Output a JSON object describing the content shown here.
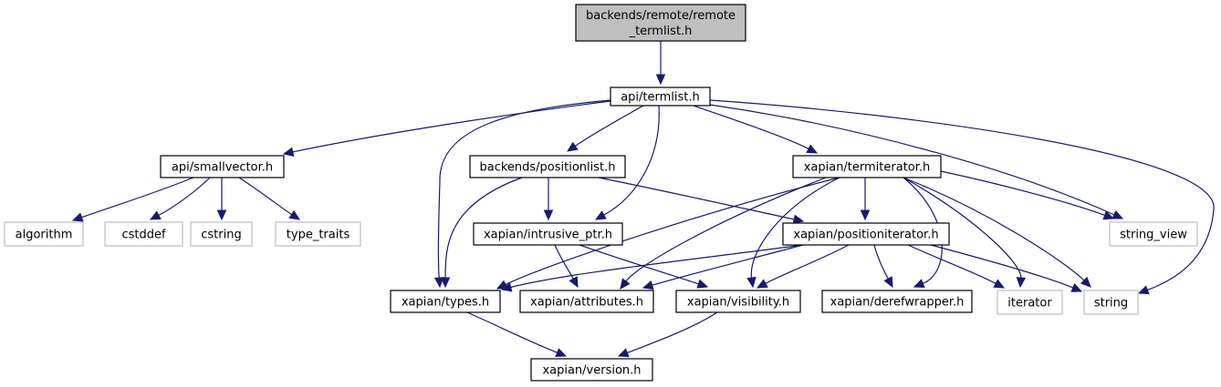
{
  "diagram": {
    "type": "include-dependency-graph",
    "colors": {
      "edge": "#191970",
      "root_fill": "#bfbfbf",
      "root_border": "#000000",
      "internal_fill": "#ffffff",
      "internal_border": "#000000",
      "external_fill": "#ffffff",
      "external_border": "#bfbfbf"
    },
    "nodes": [
      {
        "id": "root",
        "lines": [
          "backends/remote/remote",
          "_termlist.h"
        ],
        "kind": "root"
      },
      {
        "id": "termlist",
        "lines": [
          "api/termlist.h"
        ],
        "kind": "internal"
      },
      {
        "id": "smallvector",
        "lines": [
          "api/smallvector.h"
        ],
        "kind": "internal"
      },
      {
        "id": "positionlist",
        "lines": [
          "backends/positionlist.h"
        ],
        "kind": "internal"
      },
      {
        "id": "termiterator",
        "lines": [
          "xapian/termiterator.h"
        ],
        "kind": "internal"
      },
      {
        "id": "algorithm",
        "lines": [
          "algorithm"
        ],
        "kind": "external"
      },
      {
        "id": "cstddef",
        "lines": [
          "cstddef"
        ],
        "kind": "external"
      },
      {
        "id": "cstring",
        "lines": [
          "cstring"
        ],
        "kind": "external"
      },
      {
        "id": "type_traits",
        "lines": [
          "type_traits"
        ],
        "kind": "external"
      },
      {
        "id": "intrusive_ptr",
        "lines": [
          "xapian/intrusive_ptr.h"
        ],
        "kind": "internal"
      },
      {
        "id": "positioniterator",
        "lines": [
          "xapian/positioniterator.h"
        ],
        "kind": "internal"
      },
      {
        "id": "string_view",
        "lines": [
          "string_view"
        ],
        "kind": "external"
      },
      {
        "id": "types",
        "lines": [
          "xapian/types.h"
        ],
        "kind": "internal"
      },
      {
        "id": "attributes",
        "lines": [
          "xapian/attributes.h"
        ],
        "kind": "internal"
      },
      {
        "id": "visibility",
        "lines": [
          "xapian/visibility.h"
        ],
        "kind": "internal"
      },
      {
        "id": "derefwrapper",
        "lines": [
          "xapian/derefwrapper.h"
        ],
        "kind": "internal"
      },
      {
        "id": "iterator",
        "lines": [
          "iterator"
        ],
        "kind": "external"
      },
      {
        "id": "string",
        "lines": [
          "string"
        ],
        "kind": "external"
      },
      {
        "id": "version",
        "lines": [
          "xapian/version.h"
        ],
        "kind": "internal"
      }
    ],
    "edges": [
      {
        "from": "root",
        "to": "termlist"
      },
      {
        "from": "termlist",
        "to": "smallvector"
      },
      {
        "from": "termlist",
        "to": "positionlist"
      },
      {
        "from": "termlist",
        "to": "termiterator"
      },
      {
        "from": "termlist",
        "to": "intrusive_ptr"
      },
      {
        "from": "termlist",
        "to": "types"
      },
      {
        "from": "termlist",
        "to": "string_view"
      },
      {
        "from": "termlist",
        "to": "string"
      },
      {
        "from": "smallvector",
        "to": "algorithm"
      },
      {
        "from": "smallvector",
        "to": "cstddef"
      },
      {
        "from": "smallvector",
        "to": "cstring"
      },
      {
        "from": "smallvector",
        "to": "type_traits"
      },
      {
        "from": "positionlist",
        "to": "intrusive_ptr"
      },
      {
        "from": "positionlist",
        "to": "types"
      },
      {
        "from": "positionlist",
        "to": "positioniterator"
      },
      {
        "from": "termiterator",
        "to": "positioniterator"
      },
      {
        "from": "termiterator",
        "to": "types"
      },
      {
        "from": "termiterator",
        "to": "attributes"
      },
      {
        "from": "termiterator",
        "to": "visibility"
      },
      {
        "from": "termiterator",
        "to": "derefwrapper"
      },
      {
        "from": "termiterator",
        "to": "iterator"
      },
      {
        "from": "termiterator",
        "to": "string"
      },
      {
        "from": "termiterator",
        "to": "string_view"
      },
      {
        "from": "intrusive_ptr",
        "to": "attributes"
      },
      {
        "from": "intrusive_ptr",
        "to": "visibility"
      },
      {
        "from": "positioniterator",
        "to": "types"
      },
      {
        "from": "positioniterator",
        "to": "attributes"
      },
      {
        "from": "positioniterator",
        "to": "visibility"
      },
      {
        "from": "positioniterator",
        "to": "derefwrapper"
      },
      {
        "from": "positioniterator",
        "to": "iterator"
      },
      {
        "from": "positioniterator",
        "to": "string"
      },
      {
        "from": "types",
        "to": "version"
      },
      {
        "from": "visibility",
        "to": "version"
      }
    ]
  }
}
